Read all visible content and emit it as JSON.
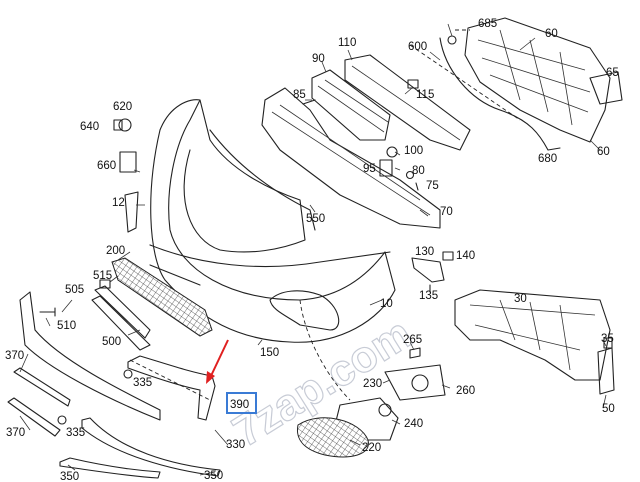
{
  "diagram": {
    "labels": [
      {
        "id": "685",
        "text": "685"
      },
      {
        "id": "600",
        "text": "600"
      },
      {
        "id": "60a",
        "text": "60"
      },
      {
        "id": "110",
        "text": "110"
      },
      {
        "id": "90",
        "text": "90"
      },
      {
        "id": "65",
        "text": "65"
      },
      {
        "id": "115",
        "text": "115"
      },
      {
        "id": "85",
        "text": "85"
      },
      {
        "id": "620",
        "text": "620"
      },
      {
        "id": "640",
        "text": "640"
      },
      {
        "id": "680",
        "text": "680"
      },
      {
        "id": "60b",
        "text": "60"
      },
      {
        "id": "660",
        "text": "660"
      },
      {
        "id": "100",
        "text": "100"
      },
      {
        "id": "95",
        "text": "95"
      },
      {
        "id": "80",
        "text": "80"
      },
      {
        "id": "75",
        "text": "75"
      },
      {
        "id": "12",
        "text": "12"
      },
      {
        "id": "70",
        "text": "70"
      },
      {
        "id": "550",
        "text": "550"
      },
      {
        "id": "200",
        "text": "200"
      },
      {
        "id": "130",
        "text": "130"
      },
      {
        "id": "140",
        "text": "140"
      },
      {
        "id": "515",
        "text": "515"
      },
      {
        "id": "505",
        "text": "505"
      },
      {
        "id": "135",
        "text": "135"
      },
      {
        "id": "30",
        "text": "30"
      },
      {
        "id": "510",
        "text": "510"
      },
      {
        "id": "500",
        "text": "500"
      },
      {
        "id": "10",
        "text": "10"
      },
      {
        "id": "35",
        "text": "35"
      },
      {
        "id": "150",
        "text": "150"
      },
      {
        "id": "265",
        "text": "265"
      },
      {
        "id": "370a",
        "text": "370"
      },
      {
        "id": "335a",
        "text": "335"
      },
      {
        "id": "230",
        "text": "230"
      },
      {
        "id": "260",
        "text": "260"
      },
      {
        "id": "390",
        "text": "390"
      },
      {
        "id": "50",
        "text": "50"
      },
      {
        "id": "240",
        "text": "240"
      },
      {
        "id": "370b",
        "text": "370"
      },
      {
        "id": "335b",
        "text": "335"
      },
      {
        "id": "330",
        "text": "330"
      },
      {
        "id": "220",
        "text": "220"
      },
      {
        "id": "350a",
        "text": "350"
      },
      {
        "id": "350b",
        "text": "350"
      }
    ],
    "highlight": {
      "label": "390",
      "color": "#3a7bd5"
    },
    "arrow": {
      "color": "#e02020"
    },
    "watermark": "7zap.com",
    "colors": {
      "line": "#222222",
      "background": "#ffffff",
      "watermark": "#c8ccd6"
    }
  }
}
